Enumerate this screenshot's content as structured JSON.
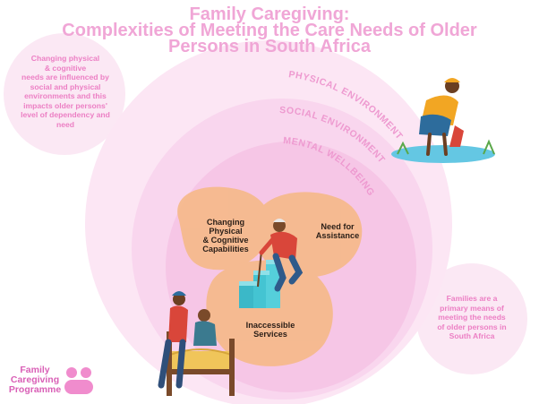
{
  "title": {
    "line1": "Family Caregiving:",
    "line2": "Complexities of Meeting the Care Needs of Older",
    "line3": "Persons in South Africa"
  },
  "rings": {
    "outer": "PHYSICAL ENVIRONMENT",
    "middle": "SOCIAL ENVIRONMENT",
    "inner": "MENTAL WELLBEING"
  },
  "notes": {
    "left": {
      "l1": "Changing physical",
      "l2": "& cognitive",
      "l3": "needs are influenced by",
      "l4": "social and physical",
      "l5": "environments and this",
      "l6": "impacts older persons'",
      "l7": "level of dependency and",
      "l8": "need"
    },
    "right": {
      "l1": "Families are a",
      "l2": "primary means of",
      "l3": "meeting the needs",
      "l4": "of older persons in",
      "l5": "South Africa"
    }
  },
  "blobs": {
    "capabilities": {
      "l1": "Changing",
      "l2": "Physical",
      "l3": "& Cognitive",
      "l4": "Capabilities"
    },
    "assistance": {
      "l1": "Need for",
      "l2": "Assistance"
    },
    "services": {
      "l1": "Inaccessible",
      "l2": "Services"
    }
  },
  "logo": {
    "l1": "Family",
    "l2": "Caregiving",
    "l3": "Programme"
  },
  "colors": {
    "title": "#f0a6d6",
    "ring_outer": "#fbe4f3",
    "ring_middle": "#f8d3ec",
    "ring_inner": "#f4c0e3",
    "blob": "#f5b98a",
    "note_text": "#ec7fc4",
    "logo": "#d95fb6"
  }
}
